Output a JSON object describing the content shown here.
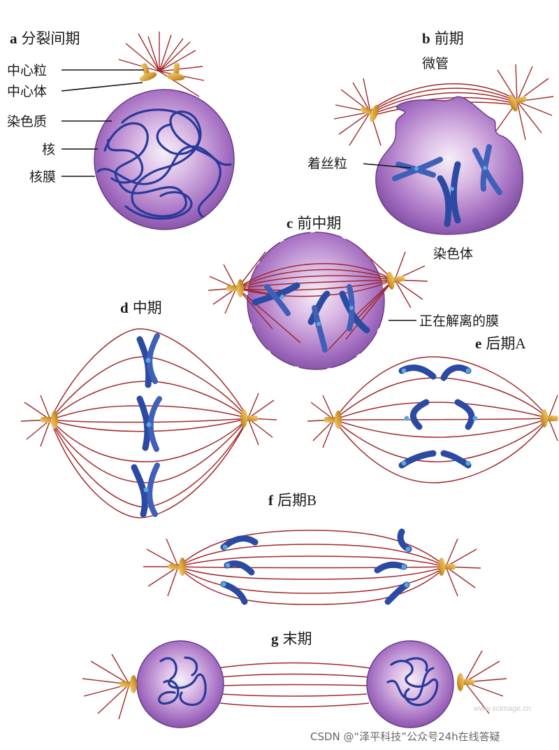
{
  "stages": {
    "a": {
      "letter": "a",
      "name": "分裂间期"
    },
    "b": {
      "letter": "b",
      "name": "前期"
    },
    "c": {
      "letter": "c",
      "name": "前中期"
    },
    "d": {
      "letter": "d",
      "name": "中期"
    },
    "e": {
      "letter": "e",
      "name": "后期A"
    },
    "f": {
      "letter": "f",
      "name": "后期B"
    },
    "g": {
      "letter": "g",
      "name": "末期"
    }
  },
  "labels": {
    "centriole": "中心粒",
    "centrosome": "中心体",
    "chromatin": "染色质",
    "nucleus": "核",
    "nuclear_envelope": "核膜",
    "microtubule": "微管",
    "kinetochore": "着丝粒",
    "chromosome": "染色体",
    "disintegrating_membrane": "正在解离的膜"
  },
  "watermark": "www.scimage.cn",
  "credit": "CSDN @“泽平科技”公众号24h在线答疑",
  "colors": {
    "nucleus_light": "#f4e9f6",
    "nucleus_mid": "#b98bd0",
    "nucleus_dark": "#7c4a9e",
    "fiber": "#a3282a",
    "chromosome": "#2b4aa3",
    "centrosome": "#d9a13a",
    "kinetochore": "#5aa8d8"
  }
}
